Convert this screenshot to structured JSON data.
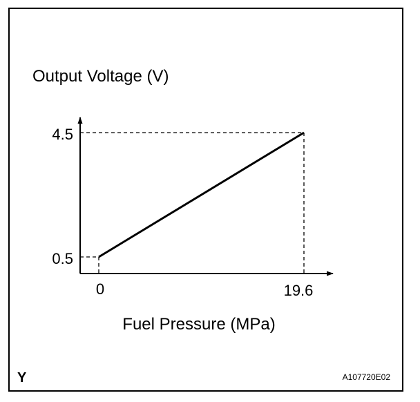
{
  "figure": {
    "corner_letter": "Y",
    "figure_code": "A107720E02"
  },
  "chart_data": {
    "type": "line",
    "ylabel": "Output Voltage (V)",
    "xlabel": "Fuel Pressure (MPa)",
    "x_ticks": [
      "0",
      "19.6"
    ],
    "y_ticks": [
      "0.5",
      "4.5"
    ],
    "series": [
      {
        "x": [
          0,
          19.6
        ],
        "y": [
          0.5,
          4.5
        ]
      }
    ],
    "reference_lines": "dashed",
    "grid": false
  }
}
